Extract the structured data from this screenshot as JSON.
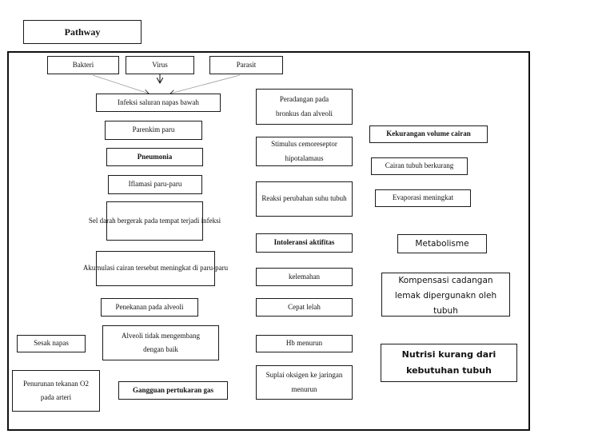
{
  "title": "Pathway",
  "causes": [
    "Bakteri",
    "Virus",
    "Parasit"
  ],
  "left_column": {
    "infeksi": "Infeksi saluran napas bawah",
    "parenkim": "Parenkim paru",
    "pneumonia": "Pneumonia",
    "inflamasi": "Iflamasi paru-paru",
    "sel_darah": "Sel darah bergerak pada tempat terjadi infeksi",
    "akumulasi": "Akumulasi cairan tersebut meningkat di paru-paru",
    "penekanan": "Penekanan pada alveoli",
    "alveoli": "Alveoli tidak mengembang dengan baik",
    "sesak": "Sesak napas",
    "penurunan": "Penurunan tekanan O2 pada arteri",
    "gangguan": "Gangguan pertukaran gas"
  },
  "middle_column": {
    "peradangan": "Peradangan pada bronkus dan alveoli",
    "stimulus": "Stimulus cemoreseptor hipotalamaus",
    "reaksi": "Reaksi perubahan suhu tubuh",
    "intoleransi": "Intoleransi aktifitas",
    "kelemahan": "kelemahan",
    "cepat_lelah": "Cepat lelah",
    "hb": "Hb menurun",
    "suplai": "Suplai oksigen ke jaringan menurun"
  },
  "right_column": {
    "kekurangan": "Kekurangan volume cairan",
    "cairan": "Cairan tubuh berkurang",
    "evaporasi": "Evaporasi meningkat",
    "metabolisme": "Metabolisme",
    "kompensasi": "Kompensasi cadangan lemak dipergunakn oleh tubuh",
    "nutrisi": "Nutrisi kurang dari kebutuhan tubuh"
  }
}
